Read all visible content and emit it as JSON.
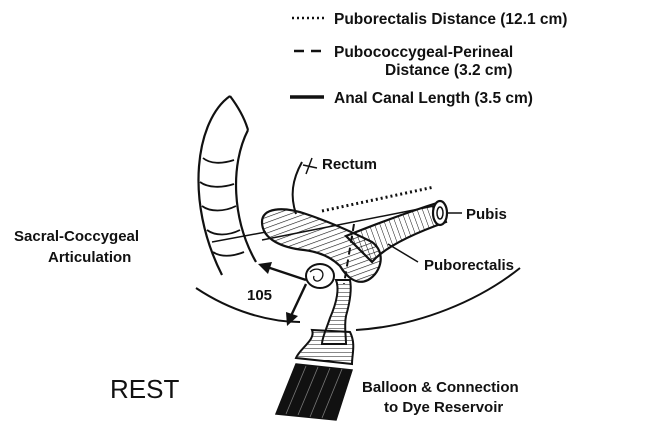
{
  "legend": [
    {
      "style": "dotted",
      "lines": [
        "Puborectalis Distance (12.1 cm)"
      ]
    },
    {
      "style": "dashed",
      "lines": [
        "Pubococcygeal-Perineal",
        "Distance (3.2 cm)"
      ]
    },
    {
      "style": "solid",
      "lines": [
        "Anal Canal Length (3.5 cm)"
      ]
    }
  ],
  "labels": {
    "rectum": "Rectum",
    "pubis": "Pubis",
    "sacral_line1": "Sacral-Coccygeal",
    "sacral_line2": "Articulation",
    "puborectalis": "Puborectalis",
    "angle": "105",
    "state": "REST",
    "balloon_line1": "Balloon & Connection",
    "balloon_line2": "to Dye Reservoir"
  },
  "colors": {
    "ink": "#111111",
    "background": "#ffffff"
  }
}
